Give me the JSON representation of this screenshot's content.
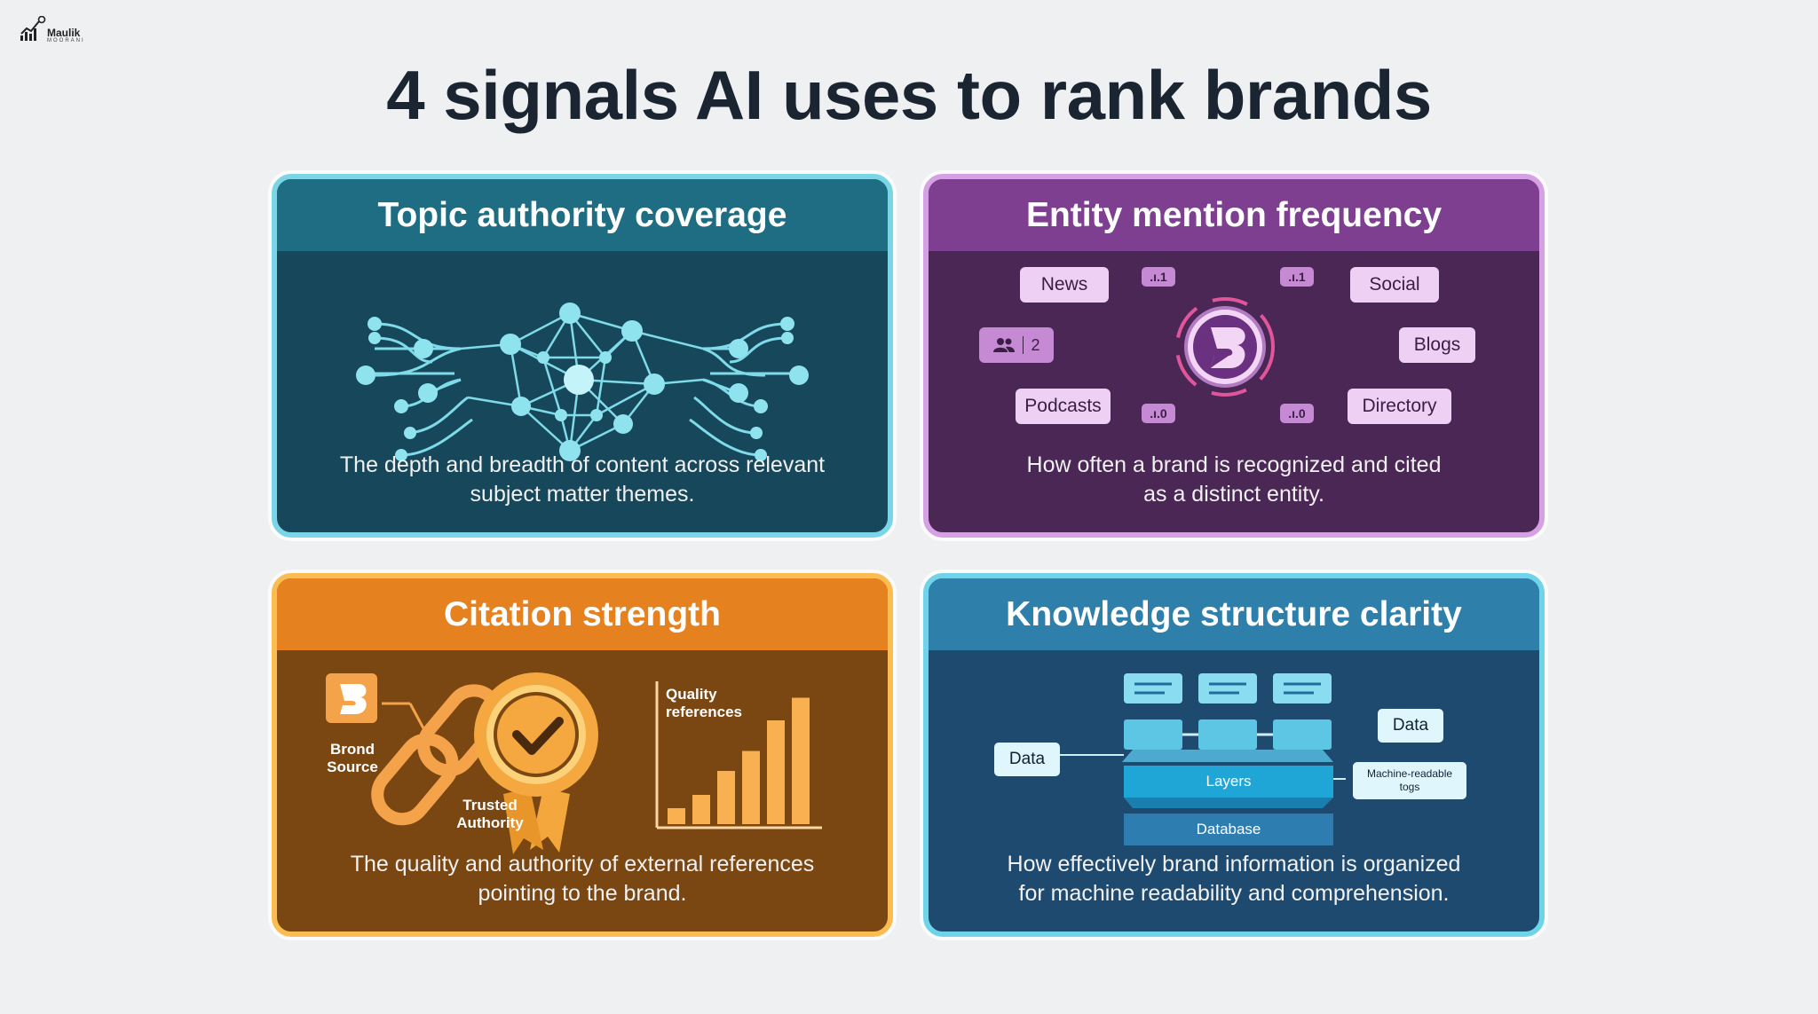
{
  "logo": {
    "name": "Maulik",
    "sub": "MOORANI"
  },
  "title": "4 signals AI uses to rank brands",
  "colors": {
    "teal": "#1f6d83",
    "purple": "#7e3f91",
    "orange": "#e5821f",
    "blue": "#2f7fab"
  },
  "cards": [
    {
      "title": "Topic authority coverage",
      "desc": [
        "The depth and breadth of content across relevant",
        "subject matter themes."
      ],
      "icon": "network-graph-icon"
    },
    {
      "title": "Entity mention frequency",
      "desc": [
        "How often a brand is recognized and cited",
        "as a distinct entity."
      ],
      "chips": {
        "news": "News",
        "social": "Social",
        "blogs": "Blogs",
        "podcasts": "Podcasts",
        "directory": "Directory"
      },
      "stats": {
        "users": "2",
        "s1": ".ı.1",
        "s2": ".ı.1",
        "s3": ".ı.0",
        "s4": ".ı.0"
      },
      "icon": "brand-b-icon"
    },
    {
      "title": "Citation strength",
      "desc": [
        "The quality and authority of external references",
        "pointing to the brand."
      ],
      "labels": {
        "source": [
          "Brond",
          "Source"
        ],
        "trusted": [
          "Trusted",
          "Authority"
        ],
        "quality": [
          "Quality",
          "references"
        ]
      },
      "bars": [
        0.12,
        0.22,
        0.4,
        0.55,
        0.78,
        0.95
      ]
    },
    {
      "title": "Knowledge structure clarity",
      "desc": [
        "How effectively brand information is organized",
        "for machine readability and comprehension."
      ],
      "labels": {
        "data_left": "Data",
        "data_right": "Data",
        "layers": "Layers",
        "database": "Database",
        "tags": [
          "Machine-readable",
          "togs"
        ]
      }
    }
  ]
}
